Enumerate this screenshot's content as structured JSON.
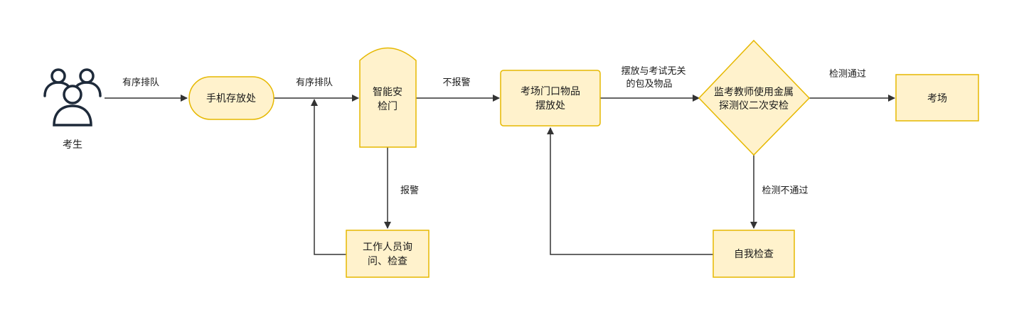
{
  "diagram": {
    "actor": {
      "label": "考生"
    },
    "nodes": {
      "phone_storage": {
        "label": "手机存放处"
      },
      "security_gate": {
        "lines": [
          "智能安",
          "检门"
        ]
      },
      "staff_check": {
        "lines": [
          "工作人员询",
          "问、检查"
        ]
      },
      "item_area": {
        "lines": [
          "考场门口物品",
          "摆放处"
        ]
      },
      "metal_detector": {
        "lines": [
          "监考教师使用金属",
          "探测仪二次安检"
        ]
      },
      "exam_room": {
        "label": "考场"
      },
      "self_check": {
        "label": "自我检查"
      }
    },
    "edges": {
      "queue_1": {
        "label": "有序排队"
      },
      "queue_2": {
        "label": "有序排队"
      },
      "no_alarm": {
        "label": "不报警"
      },
      "alarm": {
        "label": "报警"
      },
      "unrelated_items": {
        "lines": [
          "摆放与考试无关",
          "的包及物品"
        ]
      },
      "pass": {
        "label": "检测通过"
      },
      "fail": {
        "label": "检测不通过"
      }
    },
    "colors": {
      "node_fill": "#FFF2CC",
      "node_stroke": "#E6B800",
      "line": "#333333",
      "actor_stroke": "#1E2A3A"
    }
  }
}
